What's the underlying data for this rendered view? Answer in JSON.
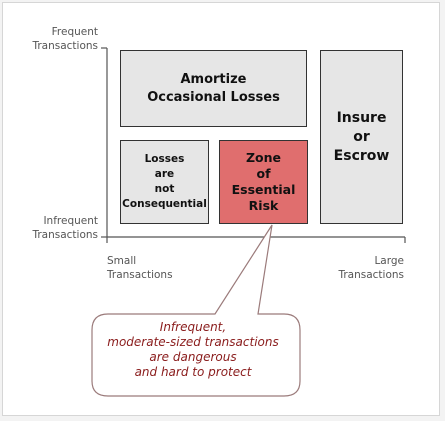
{
  "colors": {
    "box_fill": "#e6e6e6",
    "box_border": "#333333",
    "highlight_fill": "#e06e6e",
    "axis": "#555555",
    "callout_border": "#9b7b7b",
    "callout_text": "#8a1c1c"
  },
  "y_axis": {
    "top_label": [
      "Frequent",
      "Transactions"
    ],
    "bottom_label": [
      "Infrequent",
      "Transactions"
    ]
  },
  "x_axis": {
    "left_label": [
      "Small",
      "Transactions"
    ],
    "right_label": [
      "Large",
      "Transactions"
    ]
  },
  "boxes": {
    "amortize": [
      "Amortize",
      "Occasional Losses"
    ],
    "insure": [
      "Insure",
      "or",
      "Escrow"
    ],
    "losses": [
      "Losses",
      "are",
      "not",
      "Consequential"
    ],
    "zone": [
      "Zone",
      "of",
      "Essential",
      "Risk"
    ]
  },
  "callout": [
    "Infrequent,",
    "moderate-sized transactions",
    "are dangerous",
    "and hard to protect"
  ]
}
